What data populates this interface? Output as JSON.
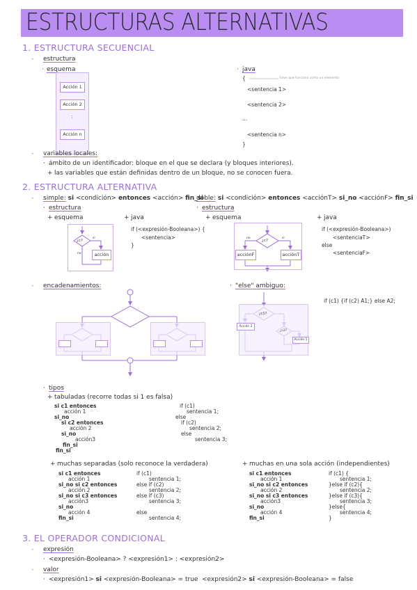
{
  "title": "ESTRUCTURAS ALTERNATIVAS",
  "s1": {
    "heading": "1. ESTRUCTURA SECUENCIAL",
    "estructura": "estructura",
    "esquema": "esquema",
    "java": "java",
    "acciones": [
      "Acción 1",
      "Acción 2",
      "Acción n"
    ],
    "java_lines": [
      "{",
      "<sentencia 1>",
      "<sentencia 2>",
      "...",
      "<sentencia n>",
      "}"
    ],
    "java_note": "llave que funciona como un elemento",
    "variables": "variables locales:",
    "amb1": "ámbito de un identificador: bloque en el que se declara (y bloques interiores).",
    "amb2": "las variables que están definidas dentro de un bloque, no se conocen fuera."
  },
  "s2": {
    "heading": "2. ESTRUCTURA ALTERNATIVA",
    "simple_label": "simple:",
    "si": "si",
    "cond": "<condición>",
    "entonces": "entonces",
    "accion": "<acción>",
    "fin_si": "fin_si",
    "doble_label": "doble:",
    "accionT": "<acciónT>",
    "si_no": "si_no",
    "accionF": "<acciónF>",
    "estructura": "estructura",
    "esquema": "esquema",
    "java": "java",
    "cond_short": "¿c?",
    "si_lbl": "si",
    "no_lbl": "no",
    "accion_box": "acción",
    "accionF_box": "acciónF",
    "accionT_box": "acciónT",
    "java_simple": [
      "if (<expresión-Booleana>) {",
      "<sentencia>",
      "}"
    ],
    "java_doble": [
      "if (<expresión-Booleana>)",
      "<sentenciaT>",
      "else",
      "<sentenciaF>"
    ],
    "encadenamientos": "encadenamientos:",
    "else_ambiguo": "\"else\" ambiguo:",
    "else_code": "if (c1) {if (c2) A1;} else A2;",
    "accion1": "Acción 1",
    "accion2": "Acción 2",
    "c1": "¿c1?",
    "c2": "¿c2?",
    "tipos": "tipos",
    "tabuladas": "tabuladas (recorre todas si 1 es falsa)",
    "tab_left": [
      "si c1 entonces",
      "acción 1",
      "si_no",
      "si c2 entonces",
      "acción 2",
      "si_no",
      "acción3",
      "fin_si",
      "fin_si"
    ],
    "tab_right": [
      "if (c1)",
      "sentencia 1;",
      "else",
      "if (c2)",
      "sentencia 2;",
      "else",
      "sentencia 3;"
    ],
    "separadas": "muchas separadas (solo reconoce la verdadera)",
    "sep_left": [
      "si c1 entonces",
      "acción 1",
      "si_no  si c2 entonces",
      "acción 2",
      "si_no  si c3 entonces",
      "acción3",
      "si_no",
      "acción 4",
      "fin_si"
    ],
    "sep_right": [
      "if (c1)",
      "sentencia 1;",
      "else  if (c2)",
      "sentencia 2;",
      "else if (c3)",
      "sentencia 3;",
      "else",
      "sentencia 4;"
    ],
    "una_accion": "muchas en una sola acción (independientes)",
    "una_left": [
      "si c1 entonces",
      "acción 1",
      "si_no  si c2 entonces",
      "acción 2",
      "si_no si c3 entonces",
      "acción3",
      "si_no",
      "acción 4",
      "fin_si"
    ],
    "una_right": [
      "if (c1) {",
      "sentencia 1;",
      "}else  if (c2){",
      "sentencia 2;",
      "}else if (c3){",
      "sentencia 3;",
      "}else{",
      "sentencia 4;",
      "}"
    ]
  },
  "s3": {
    "heading": "3. EL OPERADOR CONDICIONAL",
    "expresion": "expresión",
    "expr_line": "<expresión-Booleana> ? <expresión1> : <expresión2>",
    "valor": "valor",
    "v1a": "<expresión1>",
    "v1b": "si",
    "v1c": "<expresión-Booleana> = true",
    "v2a": "<expresión2>",
    "v2b": "si",
    "v2c": "<expresión-Booleana> = false"
  }
}
